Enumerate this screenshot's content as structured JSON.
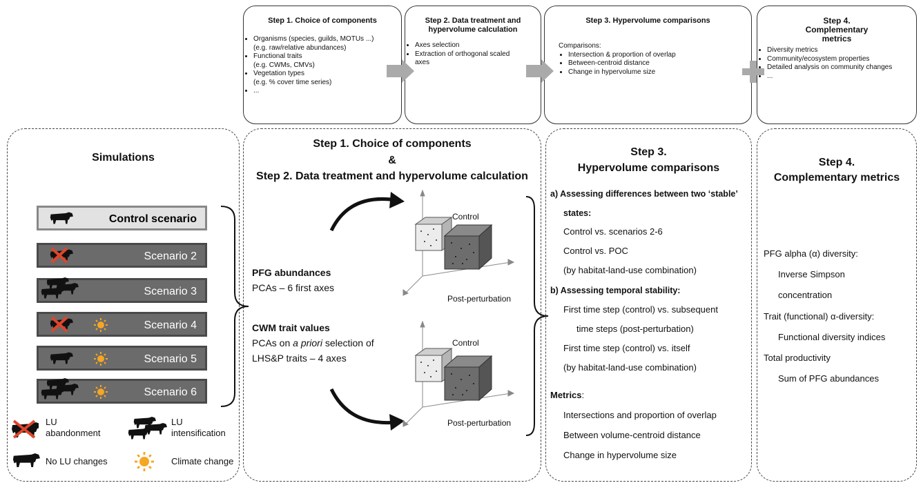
{
  "top_steps": [
    {
      "title": "Step 1. Choice of components",
      "items": [
        "Organisms (species, guilds, MOTUs ...)\n(e.g. raw/relative abundances)",
        "Functional traits\n(e.g. CWMs, CMVs)",
        "Vegetation types\n(e.g. % cover time series)",
        "..."
      ]
    },
    {
      "title": "Step 2. Data treatment and hypervolume calculation",
      "items": [
        "Axes selection",
        "Extraction of orthogonal scaled axes"
      ]
    },
    {
      "title": "Step 3. Hypervolume comparisons",
      "intro": "Comparisons:",
      "items": [
        "Intersection & proportion of overlap",
        "Between-centroid distance",
        "Change in hypervolume size"
      ]
    },
    {
      "title": "Step 4. Complementary metrics",
      "items": [
        "Diversity metrics",
        "Community/ecosystem properties",
        "Detailed analysis on community changes",
        "..."
      ]
    }
  ],
  "simulations": {
    "title": "Simulations",
    "scenarios": [
      "Control scenario",
      "Scenario 2",
      "Scenario 3",
      "Scenario 4",
      "Scenario 5",
      "Scenario 6"
    ],
    "legend": {
      "abandonment": "LU\nabandonment",
      "intensification": "LU\nintensification",
      "no_change": "No LU changes",
      "climate": "Climate change"
    }
  },
  "step12": {
    "title_a": "Step 1. Choice of components",
    "amp": "&",
    "title_b": "Step 2. Data treatment and hypervolume calculation",
    "pfg_title": "PFG abundances",
    "pfg_sub": "PCAs – 6 first axes",
    "cwm_title": "CWM trait values",
    "cwm_sub1_pre": "PCAs on ",
    "cwm_sub1_em": "a priori",
    "cwm_sub1_post": " selection of",
    "cwm_sub2": "LHS&P traits – 4 axes",
    "control_label": "Control",
    "post_label": "Post-perturbation"
  },
  "step3": {
    "title_a": "Step 3.",
    "title_b": "Hypervolume comparisons",
    "a_head_1": "a) Assessing differences between two ‘stable’",
    "a_head_2": "states:",
    "a1": "Control vs. scenarios 2-6",
    "a2": "Control vs. POC",
    "a3": "(by habitat-land-use combination)",
    "b_head": "b) Assessing temporal stability:",
    "b1": "First time step (control) vs. subsequent",
    "b2": "time steps (post-perturbation)",
    "b3": "First time step (control) vs. itself",
    "b4": "(by habitat-land-use combination)",
    "metrics_head": "Metrics",
    "metrics_colon": ":",
    "m1": "Intersections and proportion of overlap",
    "m2": "Between volume-centroid distance",
    "m3": "Change in hypervolume size"
  },
  "step4": {
    "title_a": "Step 4.",
    "title_b": "Complementary metrics",
    "l1": "PFG alpha (α) diversity:",
    "l2": "Inverse Simpson",
    "l3": "concentration",
    "l4": "Trait (functional) α-diversity:",
    "l5": "Functional diversity indices",
    "l6": "Total productivity",
    "l7": "Sum of PFG abundances"
  },
  "colors": {
    "scenario_bg": "#6b6b6b",
    "control_bg": "#e2e2e2",
    "sun": "#f5a623",
    "cross": "#e0452b"
  }
}
